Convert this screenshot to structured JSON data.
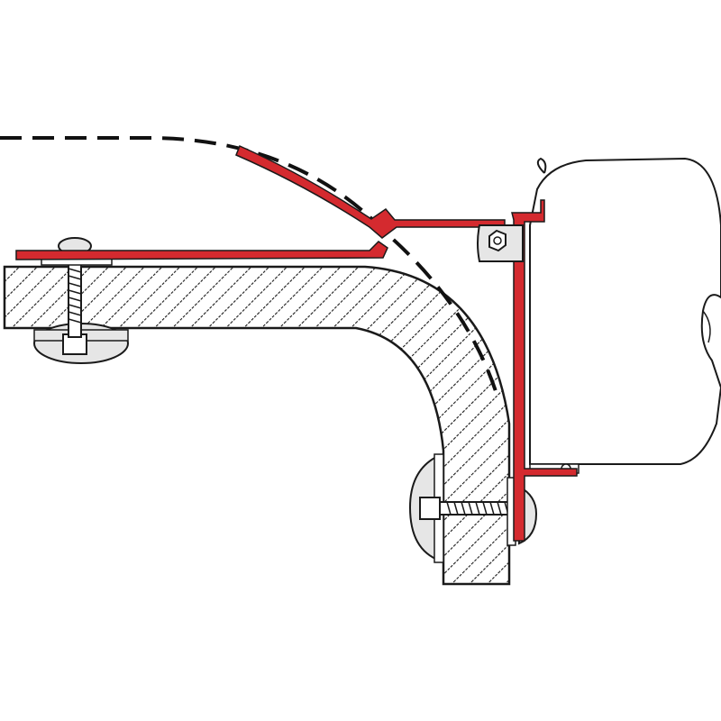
{
  "diagram": {
    "kind": "technical-cross-section",
    "labels": [],
    "colors": {
      "background": "#ffffff",
      "outline": "#1a1a1a",
      "bracket": "#d42a2f",
      "hatch": "#1a1a1a",
      "hardware_fill": "#e6e6e6",
      "awning_fill": "#ffffff",
      "guide_line": "#111111"
    },
    "parts": {
      "roof_panel": "hatched-roof-panel",
      "wall_panel": "hatched-wall-panel",
      "adapter_bracket": "red-adapter-bracket",
      "awning_cassette": "awning-cassette",
      "bolts": [
        "roof-bolt",
        "wall-bolt"
      ],
      "washers": [
        "roof-washer",
        "wall-washer"
      ],
      "guide": "dashed-profile-line"
    }
  }
}
